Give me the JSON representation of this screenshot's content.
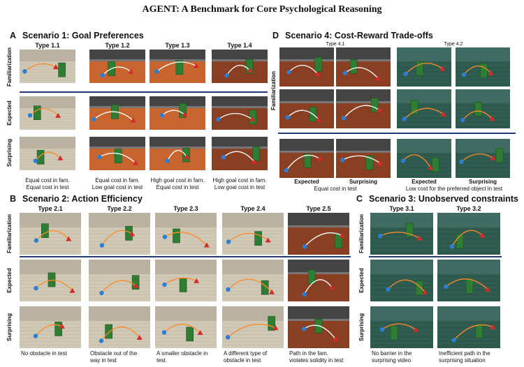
{
  "title": "AGENT: A Benchmark for Core Psychological Reasoning",
  "scenario1": {
    "letter": "A",
    "title": "Scenario 1: Goal Preferences",
    "types": [
      "Type 1.1",
      "Type 1.2",
      "Type 1.3",
      "Type 1.4"
    ],
    "rows": [
      "Familiarization",
      "Expected",
      "Surprising"
    ],
    "captions": [
      [
        "Equal cost in fam.",
        "Equal cost in test"
      ],
      [
        "Equal cost in fam.",
        "Low goal cost in test"
      ],
      [
        "High goal cost in fam.",
        "Equal cost in test"
      ],
      [
        "High goal cost in fam.",
        "Low goal cost in test"
      ]
    ]
  },
  "scenario2": {
    "letter": "B",
    "title": "Scenario 2: Action Efficiency",
    "types": [
      "Type 2.1",
      "Type 2.2",
      "Type 2.3",
      "Type 2.4",
      "Type 2.5"
    ],
    "rows": [
      "Familiarization",
      "Expected",
      "Surprising"
    ],
    "captions": [
      [
        "No obstacle in test"
      ],
      [
        "Obstacle out of the",
        "way in test"
      ],
      [
        "A smaller obstacle in",
        "test"
      ],
      [
        "A different type of",
        "obstacle in test"
      ],
      [
        "Path in the fam.",
        "violates solidity in test"
      ]
    ]
  },
  "scenario3": {
    "letter": "C",
    "title": "Scenario 3: Unobserved constraints",
    "types": [
      "Type 3.1",
      "Type 3.2"
    ],
    "rows": [
      "Familiarization",
      "Expected",
      "Surprising"
    ],
    "captions": [
      [
        "No barrier in the",
        "surprising video"
      ],
      [
        "Inefficient path in the",
        "surprising situation"
      ]
    ]
  },
  "scenario4": {
    "letter": "D",
    "title": "Scenario 4: Cost-Reward Trade-offs",
    "types": [
      "Type 4.1",
      "Type 4.2"
    ],
    "rows": [
      "Familiarization"
    ],
    "test_labels": [
      "Expected",
      "Surprising",
      "Expected",
      "Surprising"
    ],
    "captions": [
      "Equal cost in test",
      "Low cost for the preferred object in test"
    ]
  },
  "colors": {
    "rule": "#1f3a80",
    "path_orange": "#ff8a2a",
    "path_white": "#ffffff",
    "obstacle_green": "#2f7d32",
    "floor_orange": "#c8642e",
    "floor_brick": "#8a3e22",
    "floor_tile": "#cfc8b4",
    "floor_green": "#2e5a4e",
    "wall_dark": "#444444"
  }
}
